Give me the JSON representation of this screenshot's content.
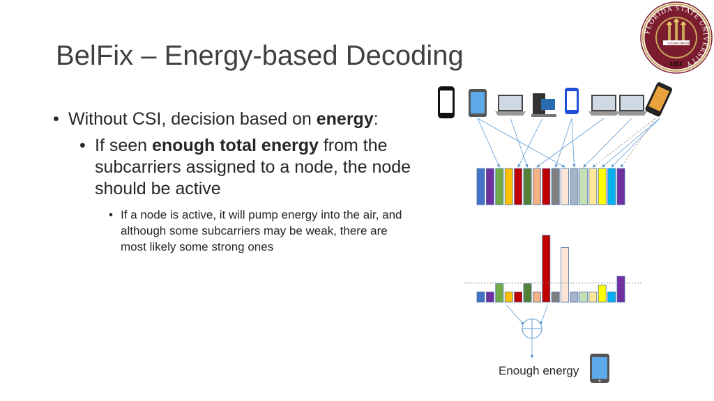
{
  "slide": {
    "title": "BelFix – Energy-based Decoding",
    "bullet1": {
      "text": "Without CSI, decision based on ",
      "bold": "energy",
      "tail": ":"
    },
    "bullet2": {
      "pre": "If seen ",
      "bold": "enough total energy",
      "post": " from the subcarriers assigned to a node, the node should be active"
    },
    "bullet3": "If a node is active, it will pump energy into the air, and although some subcarriers may be weak, there are most likely some strong ones",
    "caption": "Enough energy"
  },
  "seal": {
    "ring_text": "FLORIDA STATE UNIVERSITY",
    "year": "1851",
    "motto": [
      "VIRES",
      "ARTES",
      "MORES"
    ],
    "colors": {
      "garnet": "#7b1c2e",
      "gold": "#c8a55a"
    }
  },
  "diagram": {
    "devices": [
      "phone-icon",
      "tablet-icon",
      "laptop-icon",
      "desktop-icon",
      "phone-blue-icon",
      "laptop-icon",
      "laptop-icon",
      "smartphone-icon"
    ],
    "subcarrier_colors": [
      "#4472c4",
      "#7030a0",
      "#70ad47",
      "#ffc000",
      "#c00000",
      "#548235",
      "#f4b183",
      "#c00000",
      "#808080",
      "#fbe5d6",
      "#a5b4c8",
      "#c5e0b4",
      "#ffe699",
      "#ffff00",
      "#00b0f0",
      "#7030a0"
    ],
    "energy_levels": [
      0.15,
      0.15,
      0.27,
      0.15,
      0.15,
      0.27,
      0.15,
      0.98,
      0.15,
      0.8,
      0.15,
      0.15,
      0.15,
      0.25,
      0.15,
      0.38
    ],
    "threshold": 0.28,
    "colors": {
      "arrow": "#5b9bd5",
      "threshold_line": "#7f7f7f"
    }
  }
}
